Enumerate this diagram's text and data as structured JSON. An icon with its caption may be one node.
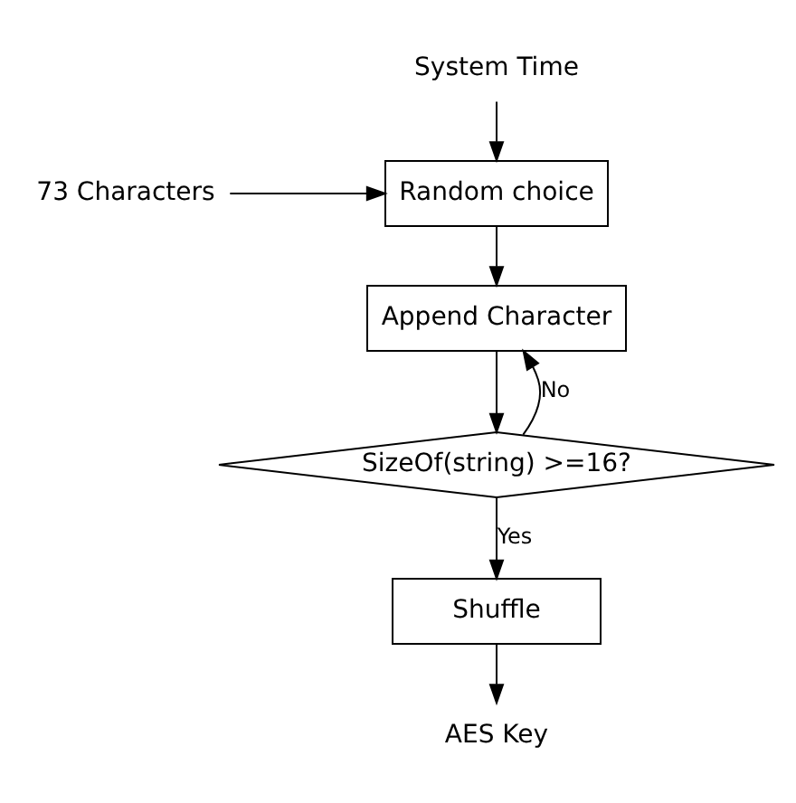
{
  "diagram": {
    "nodes": [
      {
        "text": [
          "System Time"
        ]
      },
      {
        "text": [
          "73 Characters"
        ]
      },
      {
        "text": [
          "Random choice"
        ]
      },
      {
        "text": [
          "Append Character"
        ]
      },
      {
        "text": [
          "SizeOf(string) >=16?"
        ]
      },
      {
        "text": [
          "Shuffle"
        ]
      },
      {
        "text": [
          "AES Key"
        ]
      }
    ],
    "edges": [
      {
        "from": 0,
        "to": 2,
        "arrow": "to"
      },
      {
        "from": 1,
        "to": 2,
        "arrow": "to"
      },
      {
        "from": 2,
        "to": 3,
        "arrow": "to"
      },
      {
        "from": 3,
        "to": 4,
        "arrow": "to"
      },
      {
        "from": 4,
        "to": 3,
        "arrow": "to",
        "label": "No"
      },
      {
        "from": 4,
        "to": 5,
        "arrow": "to",
        "label": "Yes"
      },
      {
        "from": 5,
        "to": 6,
        "arrow": "to"
      }
    ]
  }
}
